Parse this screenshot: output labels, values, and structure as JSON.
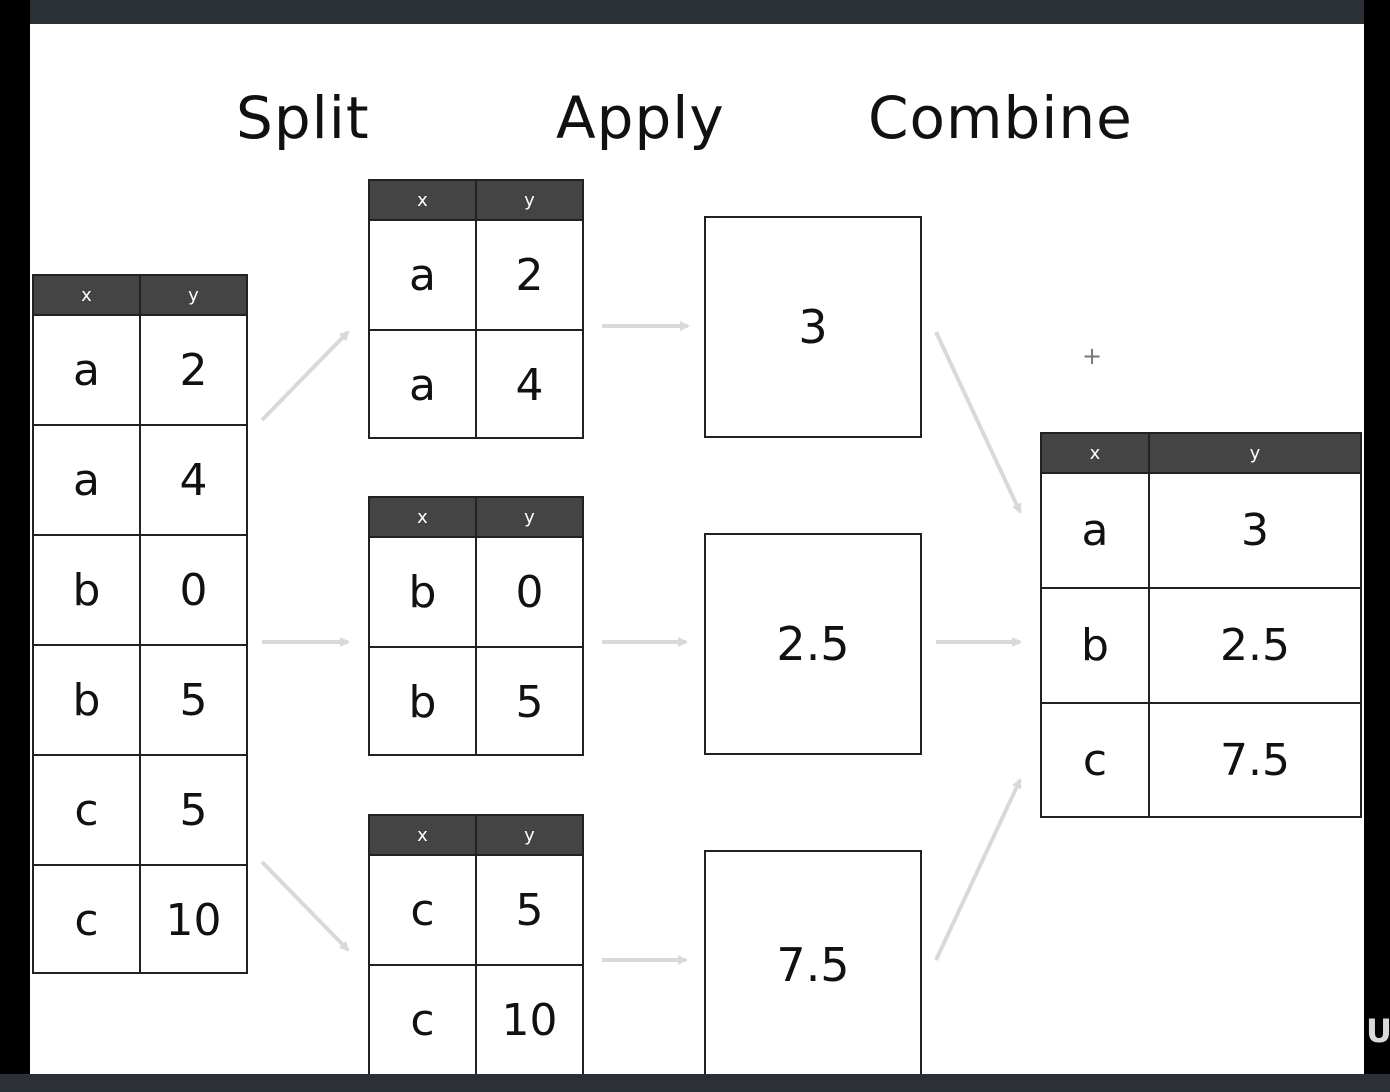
{
  "headings": {
    "split": "Split",
    "apply": "Apply",
    "combine": "Combine"
  },
  "source_table": {
    "columns": [
      "x",
      "y"
    ],
    "rows": [
      [
        "a",
        "2"
      ],
      [
        "a",
        "4"
      ],
      [
        "b",
        "0"
      ],
      [
        "b",
        "5"
      ],
      [
        "c",
        "5"
      ],
      [
        "c",
        "10"
      ]
    ]
  },
  "groups": [
    {
      "columns": [
        "x",
        "y"
      ],
      "rows": [
        [
          "a",
          "2"
        ],
        [
          "a",
          "4"
        ]
      ]
    },
    {
      "columns": [
        "x",
        "y"
      ],
      "rows": [
        [
          "b",
          "0"
        ],
        [
          "b",
          "5"
        ]
      ]
    },
    {
      "columns": [
        "x",
        "y"
      ],
      "rows": [
        [
          "c",
          "5"
        ],
        [
          "c",
          "10"
        ]
      ]
    }
  ],
  "applied": [
    "3",
    "2.5",
    "7.5"
  ],
  "result_table": {
    "columns": [
      "x",
      "y"
    ],
    "rows": [
      [
        "a",
        "3"
      ],
      [
        "b",
        "2.5"
      ],
      [
        "c",
        "7.5"
      ]
    ]
  },
  "plus_mark": "+",
  "watermark": "U",
  "colors": {
    "header_bg": "#444444",
    "arrow": "#d9d9d9",
    "border": "#222222"
  }
}
